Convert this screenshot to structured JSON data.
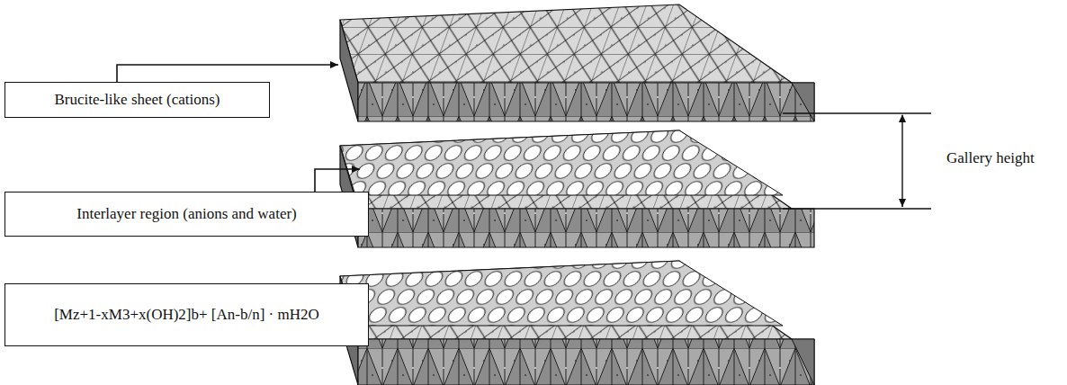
{
  "diagram": {
    "nodes": [
      {
        "text": [
          "Brucite-like sheet (cations)"
        ]
      },
      {
        "text": [
          "Interlayer region (anions and water)"
        ]
      },
      {
        "text": [
          "[Mz+1-xM3+x(OH)2]b+ [An-b/n] · mH2O"
        ]
      }
    ],
    "labels": [
      "Gallery height"
    ]
  }
}
